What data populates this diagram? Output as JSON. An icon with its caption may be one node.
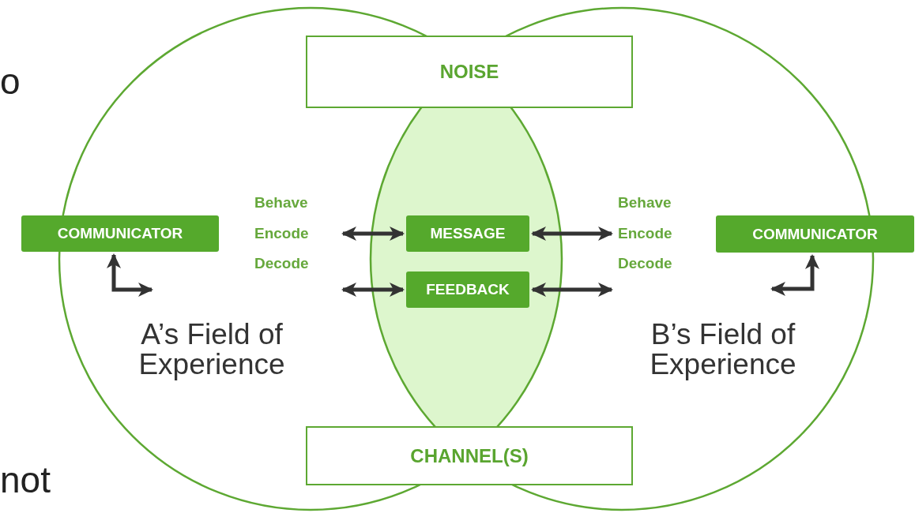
{
  "diagram": {
    "nodes": [
      {
        "text": [
          "NOISE"
        ]
      },
      {
        "text": [
          "A’s Field of Experience"
        ]
      },
      {
        "text": [
          "B’s Field of Experience"
        ]
      },
      {
        "text": [
          "COMMUNICATOR"
        ]
      },
      {
        "text": [
          "Behave",
          "Encode",
          "Decode"
        ],
        "in": 1
      },
      {
        "text": [
          "MESSAGE"
        ]
      },
      {
        "text": [
          "Behave",
          "Encode",
          "Decode"
        ],
        "in": 2
      },
      {
        "text": [
          "COMMUNICATOR"
        ]
      },
      {
        "text": [
          "FEEDBACK"
        ]
      },
      {
        "text": [
          "CHANNEL(S)"
        ]
      }
    ],
    "edges": [
      {
        "from": 4,
        "to": 5,
        "arrow": "both"
      },
      {
        "from": 5,
        "to": 6,
        "arrow": "both"
      },
      {
        "from": 4,
        "to": 8,
        "arrow": "both"
      },
      {
        "from": 8,
        "to": 6,
        "arrow": "both"
      },
      {
        "from": null,
        "to": 3,
        "arrow": "both"
      },
      {
        "from": null,
        "to": 7,
        "arrow": "both"
      }
    ],
    "labels": [
      "o",
      "not"
    ]
  }
}
